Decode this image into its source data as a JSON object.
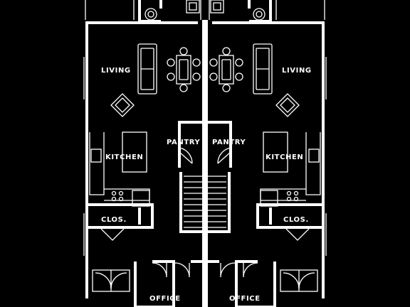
{
  "rooms": {
    "left": {
      "living": "LIVING",
      "kitchen": "KITCHEN",
      "closet": "CLOS.",
      "pantry": "PANTRY",
      "office": "OFFICE"
    },
    "right": {
      "living": "LIVING",
      "kitchen": "KITCHEN",
      "closet": "CLOS.",
      "pantry": "PANTRY",
      "office": "OFFICE"
    }
  },
  "colors": {
    "background": "#000000",
    "lines": "#ffffff"
  }
}
